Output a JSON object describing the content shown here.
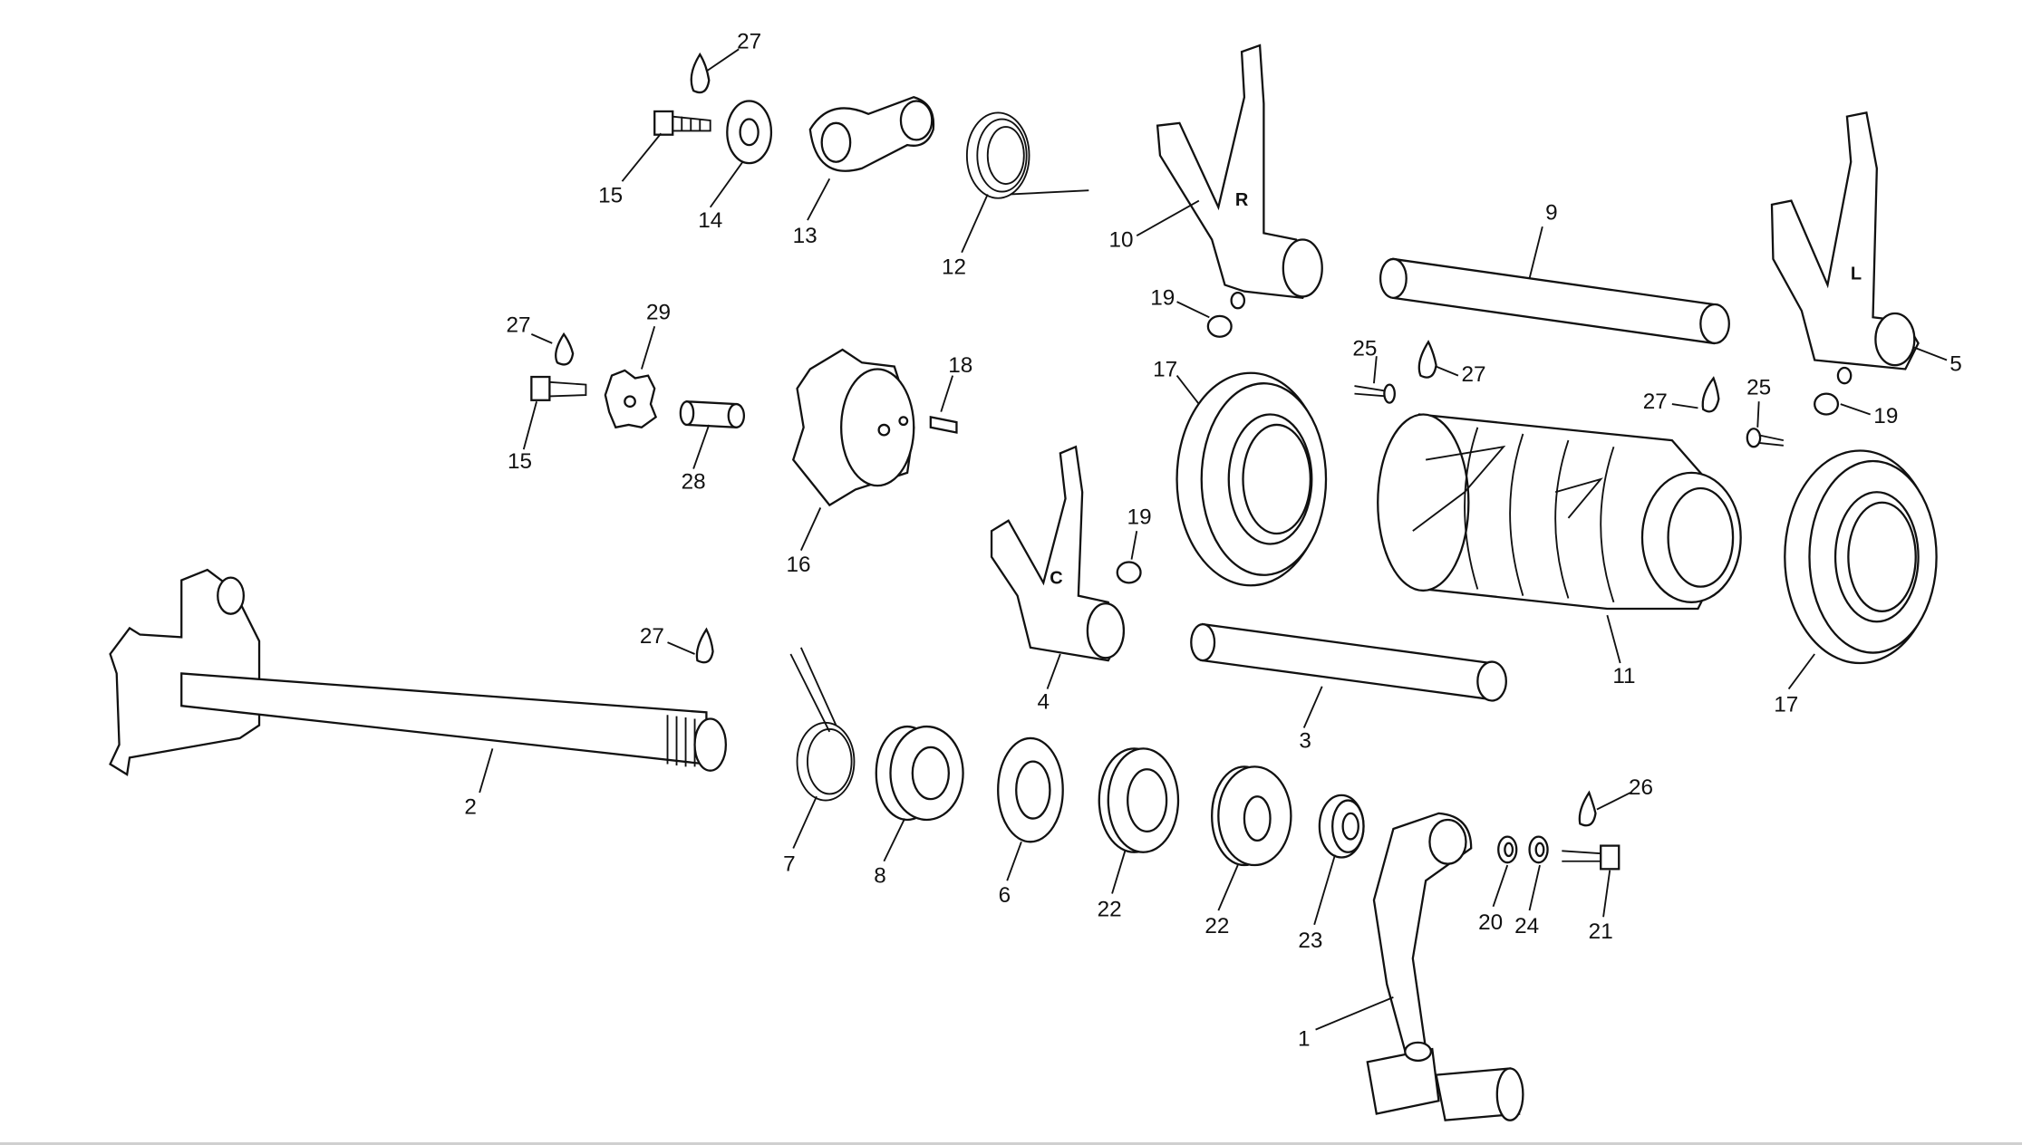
{
  "diagram": {
    "fork_marks": {
      "fork_10": "R",
      "fork_5": "L",
      "fork_4": "C"
    },
    "labels": [
      "27",
      "15",
      "14",
      "13",
      "12",
      "10",
      "19",
      "9",
      "25",
      "27",
      "17",
      "27",
      "29",
      "15",
      "28",
      "18",
      "16",
      "19",
      "4",
      "27",
      "2",
      "3",
      "11",
      "17",
      "5",
      "19",
      "27",
      "25",
      "7",
      "8",
      "6",
      "22",
      "22",
      "23",
      "26",
      "20",
      "24",
      "21",
      "1"
    ]
  }
}
